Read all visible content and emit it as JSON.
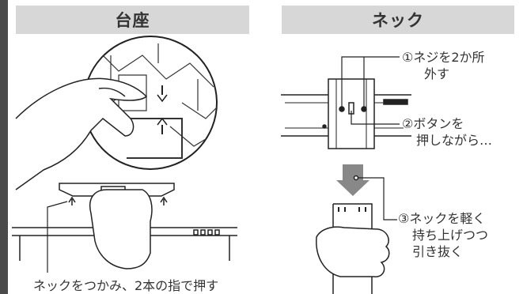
{
  "left_panel": {
    "title": "台座",
    "caption": "ネックをつかみ、2本の指で押す"
  },
  "right_panel": {
    "title": "ネック",
    "steps": [
      {
        "line1": "①ネジを2か所",
        "line2": "外す"
      },
      {
        "line1": "②ボタンを",
        "line2": "押しながら…"
      },
      {
        "line1": "③ネックを軽く",
        "line2": "持ち上げつつ",
        "line3": "引き抜く"
      }
    ]
  },
  "colors": {
    "header_bg": "#d7d7d7",
    "text": "#333333",
    "stroke": "#222222",
    "edge": "#4a4a4a"
  }
}
